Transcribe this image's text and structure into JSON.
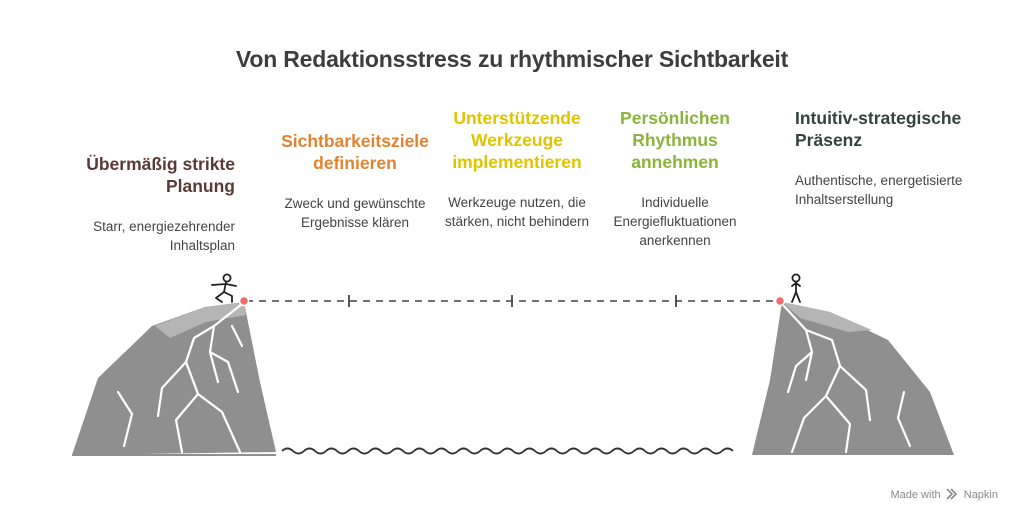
{
  "title": "Von Redaktionsstress zu rhythmischer Sichtbarkeit",
  "stages": [
    {
      "heading": "Übermäßig strikte Planung",
      "desc": "Starr, energiezehrender Inhaltsplan",
      "color": "#5a3a36"
    },
    {
      "heading": "Sichtbarkeitsziele definieren",
      "desc": "Zweck und gewünschte Ergebnisse klären",
      "color": "#e2832f"
    },
    {
      "heading": "Unterstützende Werkzeuge implementieren",
      "desc": "Werkzeuge nutzen, die stärken, nicht behindern",
      "color": "#e0c400"
    },
    {
      "heading": "Persönlichen Rhythmus annehmen",
      "desc": "Individuelle Energiefluktuationen anerkennen",
      "color": "#8ab43a"
    },
    {
      "heading": "Intuitiv-strategische Präsenz",
      "desc": "Authentische, energetisierte Inhaltserstellung",
      "color": "#34433c"
    }
  ],
  "icons": [
    "walking-figure-icon",
    "standing-figure-icon",
    "cliff-icon",
    "waves-icon",
    "napkin-logo-icon"
  ],
  "footer": {
    "made_with": "Made with",
    "brand": "Napkin"
  }
}
